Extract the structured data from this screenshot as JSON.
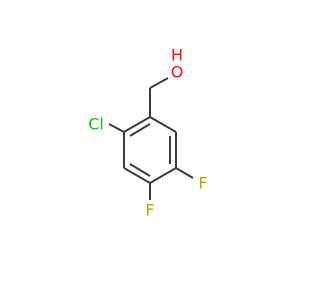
{
  "molecule": {
    "atoms": [
      {
        "id": "oxygen",
        "label": "O",
        "color": "#ff0d0d"
      },
      {
        "id": "hydrogen",
        "label": "H",
        "color": "#ff0d0d"
      },
      {
        "id": "chlorine",
        "label": "Cl",
        "color": "#1fba1f"
      },
      {
        "id": "fluorine-c5",
        "label": "F",
        "color": "#b3a600"
      },
      {
        "id": "fluorine-c4",
        "label": "F",
        "color": "#b3a600"
      }
    ],
    "bond_color": "#3b3b3b"
  }
}
